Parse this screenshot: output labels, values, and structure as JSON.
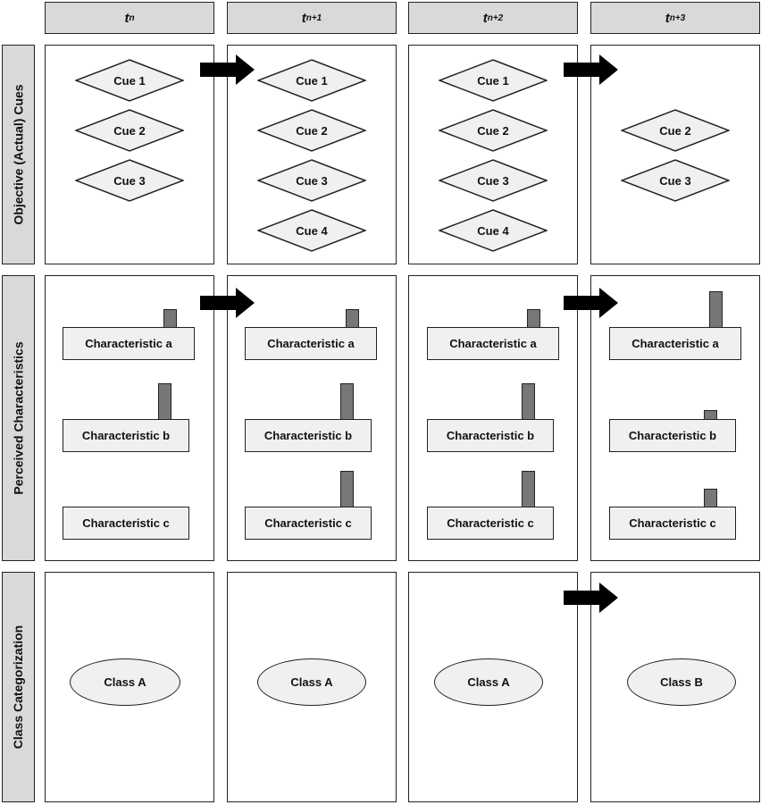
{
  "columns": [
    {
      "base": "t",
      "sub": "n"
    },
    {
      "base": "t",
      "sub": "n+1"
    },
    {
      "base": "t",
      "sub": "n+2"
    },
    {
      "base": "t",
      "sub": "n+3"
    }
  ],
  "rows": {
    "cues": "Objective  (Actual) Cues",
    "characteristics": "Perceived Characteristics",
    "classes": "Class Categorization"
  },
  "cue_labels": {
    "cue1": "Cue 1",
    "cue2": "Cue 2",
    "cue3": "Cue 3",
    "cue4": "Cue 4"
  },
  "characteristic_labels": {
    "a": "Characteristic a",
    "b": "Characteristic b",
    "c": "Characteristic c"
  },
  "class_labels": [
    "Class A",
    "Class A",
    "Class A",
    "Class B"
  ],
  "characteristic_levels": [
    {
      "a": 1,
      "b": 2,
      "c": 0
    },
    {
      "a": 1,
      "b": 2,
      "c": 2
    },
    {
      "a": 1,
      "b": 2,
      "c": 2
    },
    {
      "a": 2,
      "b": 0.5,
      "c": 1
    }
  ],
  "colors": {
    "header_fill": "#d9d9d9",
    "shape_fill": "#f0f0f0",
    "bar_fill": "#777777",
    "arrow_fill": "#000000"
  }
}
